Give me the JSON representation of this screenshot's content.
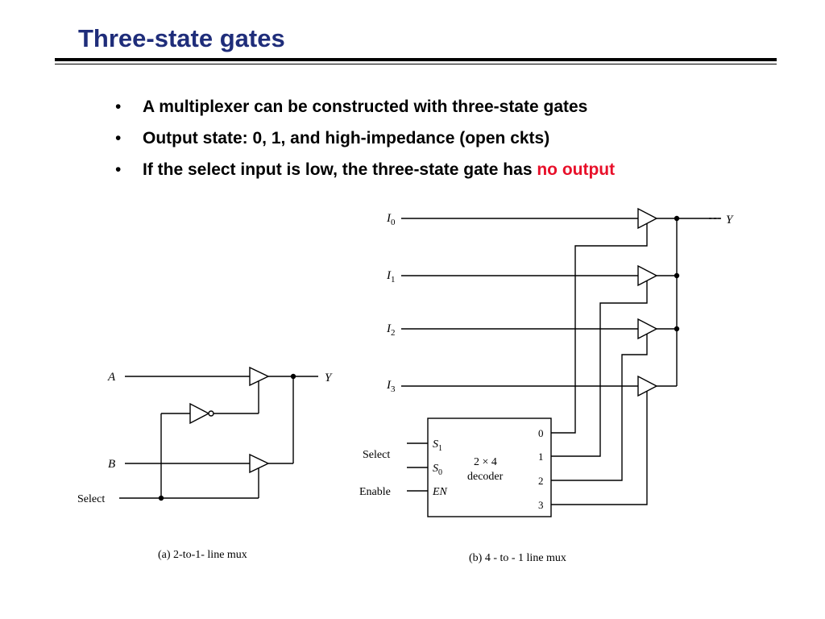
{
  "slide": {
    "title": "Three-state gates",
    "bullet_symbol": "•",
    "bullets": [
      "A multiplexer can be constructed with three-state gates",
      "Output state: 0, 1, and high-impedance (open ckts)",
      "If the select input is low, the three-state gate has "
    ],
    "bullet3_highlight": "no output",
    "colors": {
      "title": "#1f2d7a",
      "highlight": "#e8102a"
    }
  },
  "figure_a": {
    "input_a": "A",
    "input_b": "B",
    "select": "Select",
    "output": "Y",
    "caption": "(a) 2-to-1-  line mux"
  },
  "figure_b": {
    "inputs": [
      {
        "letter": "I",
        "sub": "0"
      },
      {
        "letter": "I",
        "sub": "1"
      },
      {
        "letter": "I",
        "sub": "2"
      },
      {
        "letter": "I",
        "sub": "3"
      }
    ],
    "output": "Y",
    "select_label": "Select",
    "enable_label": "Enable",
    "decoder": {
      "s1_letter": "S",
      "s1_sub": "1",
      "s0_letter": "S",
      "s0_sub": "0",
      "en": "EN",
      "size": "2 × 4",
      "name": "decoder",
      "outputs": [
        "0",
        "1",
        "2",
        "3"
      ]
    },
    "caption": "(b) 4 - to - 1  line mux"
  }
}
